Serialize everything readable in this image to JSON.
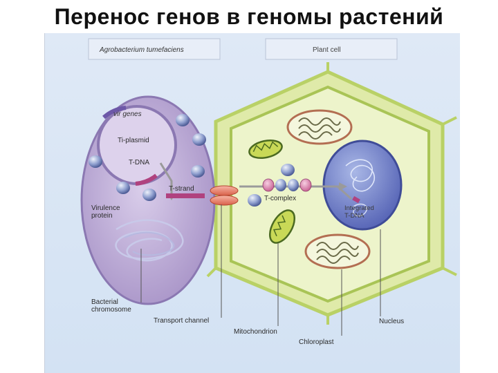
{
  "slide": {
    "title": "Перенос генов в геномы растений"
  },
  "diagram": {
    "header_left": "Agrobacterium tumefaciens",
    "header_right": "Plant cell",
    "labels": {
      "vir_genes": "vir genes",
      "ti_plasmid": "Ti-plasmid",
      "t_dna": "T-DNA",
      "t_strand": "T-strand",
      "t_complex": "T-complex",
      "virulence_line1": "Virulence",
      "virulence_line2": "protein",
      "integrated_line1": "Integrated",
      "integrated_line2": "T-DNA",
      "bacterial_line1": "Bacterial",
      "bacterial_line2": "chromosome",
      "transport_channel": "Transport channel",
      "mitochondrion": "Mitochondrion",
      "chloroplast": "Chloroplast",
      "nucleus": "Nucleus"
    }
  }
}
